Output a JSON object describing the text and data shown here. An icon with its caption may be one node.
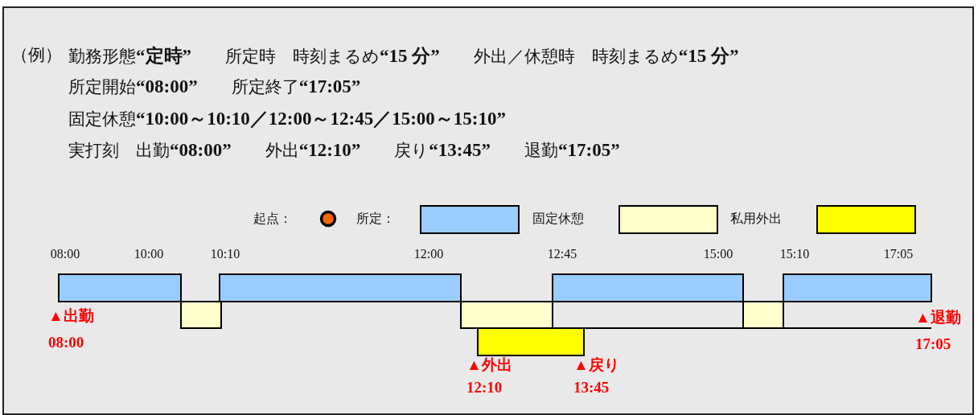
{
  "diagram": {
    "labels": [
      "（例）",
      "勤務形態**“定時”**　　所定時　時刻まるめ**“15 分”**　　外出／休憩時　時刻まるめ**“15 分”**",
      "所定開始**“08:00”**　　所定終了**“17:05”**",
      "固定休憩**“10:00～10:10／12:00～12:45／15:00～15:10”**",
      "実打刻　出勤**“08:00”**　　外出**“12:10”**　　戻り**“13:45”**　　退勤**“17:05”**",
      "08:00",
      "10:00",
      "10:10",
      "12:00",
      "12:45",
      "15:00",
      "15:10",
      "17:05",
      "▲出勤",
      "▲退勤",
      "08:00",
      "17:05",
      "▲外出",
      "▲戻り",
      "12:10",
      "13:45"
    ],
    "legend": [
      {
        "text": "起点：",
        "color": "#ff6600"
      },
      {
        "text": "所定：",
        "color": "#99ccff"
      },
      {
        "text": "固定休憩",
        "color": "#ffffcc"
      },
      {
        "text": "私用外出",
        "color": "#ffff00"
      }
    ]
  }
}
